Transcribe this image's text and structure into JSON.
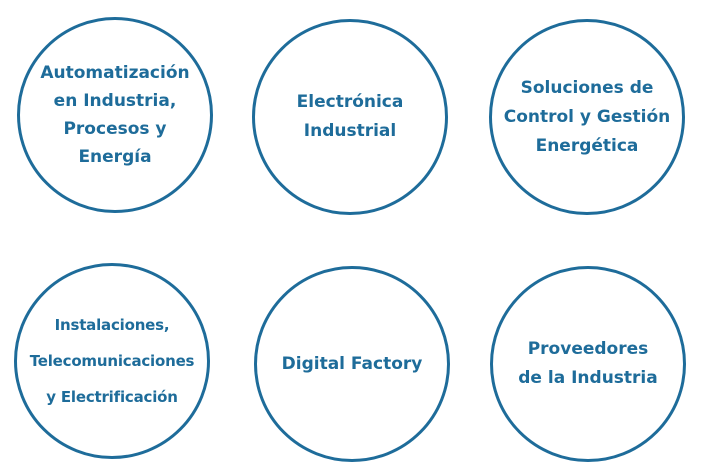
{
  "categories": [
    {
      "id": "automatizacion",
      "lines": [
        "Automatización",
        "en Industria,",
        "Procesos y",
        "Energía"
      ]
    },
    {
      "id": "electronica",
      "lines": [
        "Electrónica",
        "Industrial"
      ]
    },
    {
      "id": "soluciones",
      "lines": [
        "Soluciones de",
        "Control y Gestión",
        "Energética"
      ]
    },
    {
      "id": "instalaciones",
      "lines": [
        "Instalaciones,",
        "Telecomunicaciones",
        "y Electrificación"
      ]
    },
    {
      "id": "digital-factory",
      "lines": [
        "Digital Factory"
      ]
    },
    {
      "id": "proveedores",
      "lines": [
        "Proveedores",
        "de la Industria"
      ]
    }
  ],
  "colors": {
    "accent": "#1e6c9a",
    "background": "#ffffff"
  }
}
